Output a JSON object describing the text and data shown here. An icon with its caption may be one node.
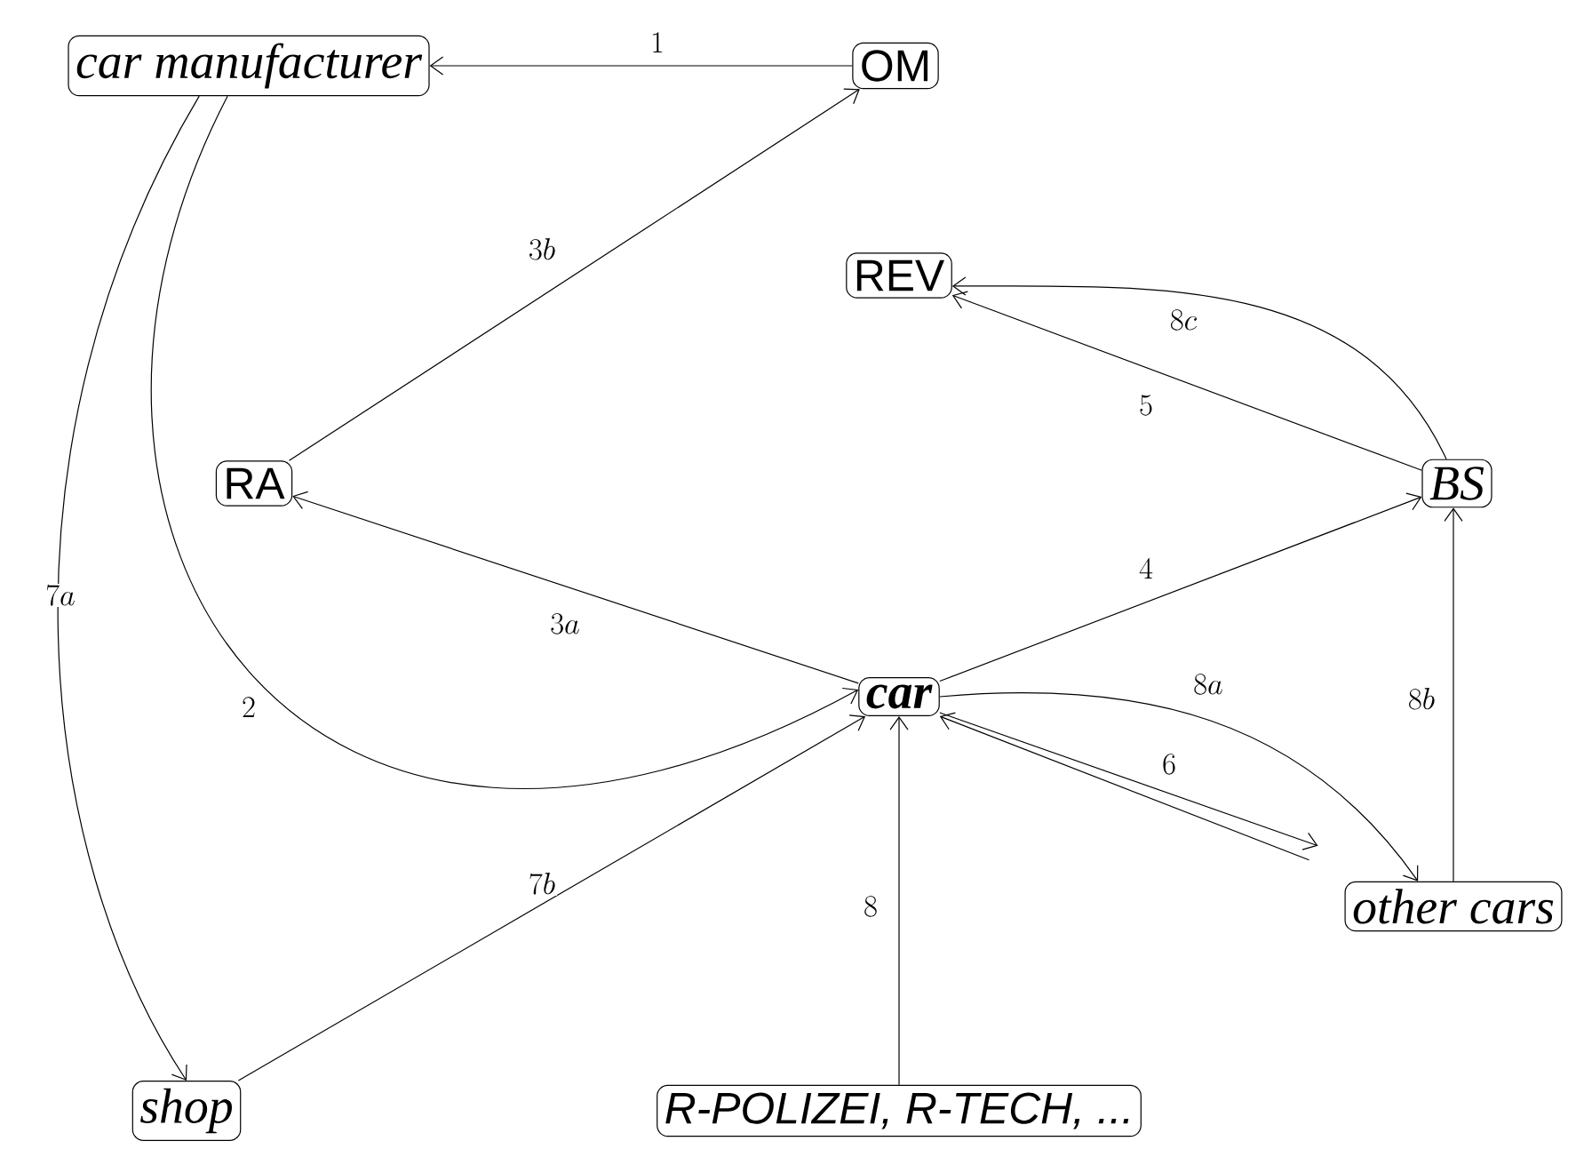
{
  "diagram": {
    "nodes": [
      {
        "text": [
          "car manufacturer"
        ]
      },
      {
        "text": [
          "OM"
        ]
      },
      {
        "text": [
          "REV"
        ]
      },
      {
        "text": [
          "RA"
        ]
      },
      {
        "text": [
          "BS"
        ]
      },
      {
        "text": [
          "car"
        ]
      },
      {
        "text": [
          "other cars"
        ]
      },
      {
        "text": [
          "shop"
        ]
      },
      {
        "text": [
          "R-POLIZEI, R-TECH, ..."
        ]
      }
    ],
    "edges": [
      {
        "from": 1,
        "to": 0,
        "arrow": "to",
        "label": "1"
      },
      {
        "from": 3,
        "to": 1,
        "arrow": "to",
        "label": "3b"
      },
      {
        "from": 5,
        "to": 3,
        "arrow": "to",
        "label": "3a"
      },
      {
        "from": 5,
        "to": 4,
        "arrow": "to",
        "label": "4"
      },
      {
        "from": 4,
        "to": 2,
        "arrow": "to",
        "label": "5"
      },
      {
        "from": 4,
        "to": 2,
        "arrow": "to",
        "label": "8c"
      },
      {
        "from": 0,
        "to": 5,
        "arrow": "to",
        "label": "2"
      },
      {
        "from": 0,
        "to": 7,
        "arrow": "to",
        "label": "7a"
      },
      {
        "from": 7,
        "to": 5,
        "arrow": "to",
        "label": "7b"
      },
      {
        "from": 8,
        "to": 5,
        "arrow": "to",
        "label": "8"
      },
      {
        "from": 5,
        "to": 6,
        "arrow": "to",
        "label": "8a"
      },
      {
        "from": 5,
        "to": 6,
        "arrow": "to",
        "label": "6"
      },
      {
        "from": 6,
        "to": 5,
        "arrow": "to"
      },
      {
        "from": 6,
        "to": 4,
        "arrow": "to",
        "label": "8b"
      }
    ]
  }
}
